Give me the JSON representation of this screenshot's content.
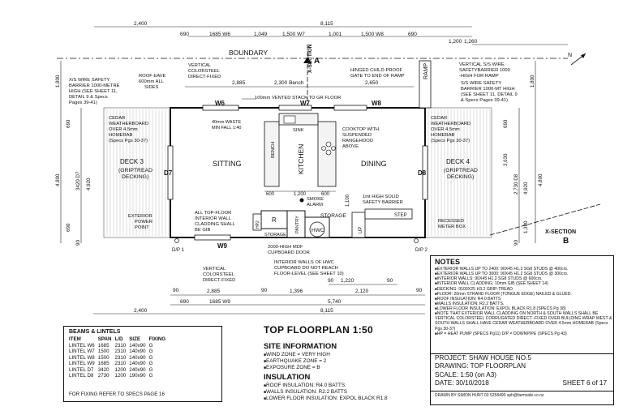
{
  "dims": {
    "top_total": "2,400",
    "top_total2": "8,115",
    "top_row": [
      "690",
      "1685 W6",
      "1,049",
      "1,500 W7",
      "1,001",
      "1,500 W8",
      "690"
    ],
    "top_right_a": "1,200",
    "top_right_b": "1,260",
    "inner_a": "2,885",
    "inner_b": "2,300 Bench",
    "inner_c": "2,650",
    "bot_row1": [
      "90",
      "1,220",
      "90"
    ],
    "bot_row2": [
      "90",
      "2,885",
      "90",
      "1,396",
      "2,120",
      "90"
    ],
    "bot_row3": [
      "690",
      "1685 W9",
      "5,740"
    ],
    "bot_total": "8,115",
    "bot_total_l": "2,400",
    "left_a": "1,800",
    "left_b": "690",
    "left_c": "3420 D7",
    "left_d": "4,800",
    "left_e": "4,920",
    "left_f": "690",
    "left_g": "90",
    "right_a": "1,800",
    "right_b": "690",
    "right_c": "3,630",
    "right_d": "2,730 D8",
    "right_e": "4,920",
    "right_f": "4,800",
    "right_g": "1,380",
    "right_h": "90",
    "kit_a": "600",
    "kit_b": "1,200",
    "kit_c": "600",
    "kit_d": "1,100"
  },
  "labels": {
    "boundary": "BOUNDARY",
    "xsec_a": "X-SECTION",
    "xsec_a_letter": "A",
    "xsec_b": "X-SECTION",
    "xsec_b_letter": "B",
    "north": "N",
    "ramp": "RAMP",
    "w6": "W6",
    "w7": "W7",
    "w8": "W8",
    "w9": "W9",
    "d7": "D7",
    "d8": "D8",
    "sitting": "SITTING",
    "kitchen": "KITCHEN",
    "dining": "DINING",
    "bench": "BENCH",
    "sink": "SINK",
    "deck3": [
      "DECK 3",
      "(GRIPTREAD",
      "DECKING)"
    ],
    "deck4": [
      "DECK 4",
      "(GRIPTREAD",
      "DECKING)"
    ],
    "storage1": "STORAGE",
    "storage2": "STORAGE",
    "pantry": "PANTRY",
    "hwc": "HWC",
    "hp2": "HP2",
    "r": "R",
    "up": "UP",
    "step": "STEP",
    "dp1": "D/P 1",
    "dp2": "D/P 2",
    "smoke": [
      "SMOKE",
      "ALARM"
    ],
    "vented": "100mm VENTED STACK TO GR FLOOR",
    "waste": [
      "40mm WASTE",
      "MIN FALL 1:40"
    ],
    "roof_eave": [
      "ROOF EAVE",
      "600mm ALL",
      "SIDES"
    ],
    "colorsteel_top": [
      "VERTICAL",
      "COLORSTEEL",
      "DIRECT-FIXED"
    ],
    "colorsteel_bot": [
      "VERTICAL",
      "COLORSTEEL",
      "DIRECT-FIXED"
    ],
    "gate": [
      "HINGED CHILD-PROOF",
      "GATE TO END OF RAMP"
    ],
    "barrier_l": [
      "X/S WIRE SAFETY",
      "BARRIER 1000-METRE",
      "HIGH (SEE SHEET 11,",
      "DETAIL 9 & Specs",
      "Pages 39-41)"
    ],
    "barrier_r1": [
      "VERTICAL S/S WIRE",
      "SAFETYBARRIER 1000",
      "-HIGH FOR RAMP"
    ],
    "barrier_r2": [
      "S/S WIRE SAFETY",
      "BARRIER 1000-MT HIGH",
      "(SEE SHEET 11, DETAIL 9",
      "& Specs Pages 39-41)"
    ],
    "cedar_l": [
      "CEDAR",
      "WEATHERBOARD",
      "OVER 4.5mm",
      "HOMERAB",
      "(Specs Pgs 30-37)"
    ],
    "cedar_r": [
      "CEDAR",
      "WEATHERBOARD",
      "OVER 4.5mm",
      "HOMERAB",
      "(Specs Pgs 30-37)"
    ],
    "cooktop": [
      "COOKTOP WITH",
      "SUSPENDED",
      "RANGEHOOD",
      "ABOVE"
    ],
    "ext_power": [
      "EXTERIOR",
      "POWER",
      "POINT"
    ],
    "int_wall": [
      "ALL TOP-FLOOR",
      "INTERIOR WALL",
      "CLADDING SHALL",
      "BE GIB"
    ],
    "solid_barrier": [
      "1mt HIGH SOLID",
      "SAFETY BARRIER"
    ],
    "meter": [
      "RECESSED",
      "METER BOX"
    ],
    "mdf": [
      "2000-HIGH MDF",
      "CUPBOARD DOOR"
    ],
    "hwc_note": [
      "INTERIOR WALLS OF HWC",
      "CUPBOARD DO NOT REACH",
      "FLOOR-LEVEL (SEE SHEET 10)"
    ]
  },
  "beams": {
    "title": "BEAMS & LINTELS",
    "headers": [
      "ITEM",
      "SPAN",
      "L/D",
      "SIZE",
      "FIXING"
    ],
    "rows": [
      [
        "LINTEL W6",
        "1685",
        "2310",
        "140x90",
        "G"
      ],
      [
        "LINTEL W7",
        "1500",
        "2310",
        "140x90",
        "G"
      ],
      [
        "LINTEL W8",
        "1500",
        "2310",
        "140x90",
        "G"
      ],
      [
        "LINTEL W9",
        "1685",
        "2310",
        "140x90",
        "G"
      ],
      [
        "LINTEL D7",
        "3420",
        "1200",
        "240x90",
        "G"
      ],
      [
        "LINTEL D8",
        "2730",
        "1200",
        "190x90",
        "G"
      ]
    ],
    "note": "FOR FIXING REFER TO SPECS PAGE 16"
  },
  "drawing_title": "TOP FLOORPLAN  1:50",
  "site": {
    "title": "SITE INFORMATION",
    "items": [
      "WIND ZONE = VERY HIGH",
      "EARTHQUAKE ZONE = 2",
      "EXPOSURE ZONE = B"
    ],
    "ins_title": "INSULATION",
    "ins_items": [
      "ROOF INSULATION: R4.0 BATTS",
      "WALLS INSULATION: R2.2 BATTS",
      "LOWER FLOOR INSULATION: EXPOL BLACK R1.8"
    ]
  },
  "notes": {
    "title": "NOTES",
    "items": [
      "EXTERIOR WALLS UP TO 2400: 90X45 H1.2 SG8 STUDS @ 400crs.",
      "EXTERIOR WALLS UP TO 3000: 90X45 H1.2 SG8 STUDS @ 300crs.",
      "INTERIOR WALLS: 90X45 H1.2 SG8 STUDS @ 600crs.",
      "INTERIOR WALL CLADDING: 10mm GIB (SEE SHEET 14)",
      "DECKING: 9100X25 H3.2 GRIP-TREAD",
      "FLOOR: 20mm STRAND FLOOR (TONGUE EDGE) NAILED & GLUED.",
      "ROOF INSULATION: R4.0 BATTS",
      "WALLS INSULATION: R2.2 BATTS.",
      "LOWER FLOOR INSULATION: EXPOL BLACK R1.8 (SPECS Pg 38)",
      "NOTE THAT EXTERIOR WALL CLADDING ON NORTH & SOUTH WALLS SHALL BE VERTICAL COLORSTEEL CORRUGATED DIRECT -FIXED OVER BUILDING WRAP WEST & SOUTH WALLS SHALL HAVE CEDAR WEATHERBOARD OVER 4.5mm HOMERAB (Specs Pgs 30-37)",
      "HP = HEAT PUMP (SPECS Pg11)  D/P = DOWNPIPE (SPECS Pg 43)"
    ]
  },
  "project": {
    "project": "PROJECT: SHAW HOUSE NO.5",
    "drawing": "DRAWING: TOP FLOORPLAN",
    "scale": "SCALE: 1:50 (on A3)",
    "date": "DATE: 30/10/2018",
    "sheet": "SHEET 6 of 17",
    "by": "DRAWN BY SIMON HUNT 03 5258490 sph@farmside.co.nz"
  }
}
